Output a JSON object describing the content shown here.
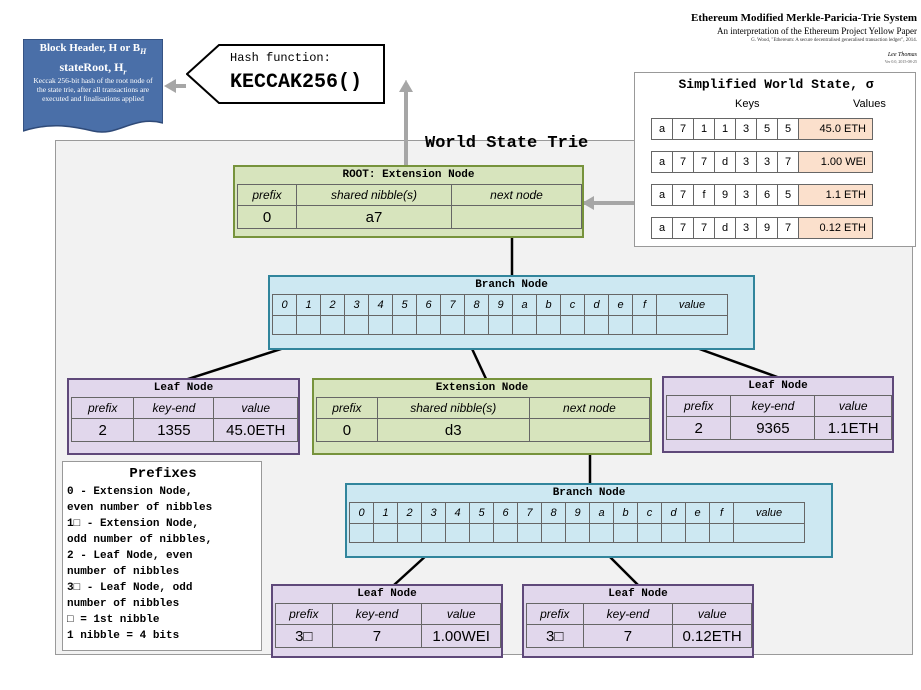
{
  "paper": {
    "title": "Ethereum Modified Merkle-Paricia-Trie System",
    "subtitle": "An interpretation of the Ethereum Project Yellow Paper",
    "citation": "G. Wood, \"Ethereum: A secure decentralised generalised transaction ledger\", 2014.",
    "author": "Lee Thomas",
    "date": "Ver 0.0, 2015-08-25"
  },
  "block_header": {
    "title": "Block Header, H or B",
    "title_sub": "H",
    "state_root": "stateRoot, H",
    "state_root_sub": "r",
    "description": "Keccak 256-bit hash of the root node of the state trie, after all transactions are executed and finalisations applied"
  },
  "hash_function": {
    "label": "Hash function:",
    "name": "KECCAK256()"
  },
  "world_state": {
    "title": "Simplified World State, σ",
    "keys_label": "Keys",
    "values_label": "Values",
    "rows": [
      {
        "key": [
          "a",
          "7",
          "1",
          "1",
          "3",
          "5",
          "5"
        ],
        "value": "45.0 ETH"
      },
      {
        "key": [
          "a",
          "7",
          "7",
          "d",
          "3",
          "3",
          "7"
        ],
        "value": "1.00 WEI"
      },
      {
        "key": [
          "a",
          "7",
          "f",
          "9",
          "3",
          "6",
          "5"
        ],
        "value": "1.1 ETH"
      },
      {
        "key": [
          "a",
          "7",
          "7",
          "d",
          "3",
          "9",
          "7"
        ],
        "value": "0.12 ETH"
      }
    ]
  },
  "trie": {
    "title": "World State Trie",
    "root": {
      "title": "ROOT: Extension Node",
      "headers": [
        "prefix",
        "shared nibble(s)",
        "next node"
      ],
      "values": [
        "0",
        "a7",
        ""
      ]
    },
    "branch1": {
      "title": "Branch Node",
      "headers": [
        "0",
        "1",
        "2",
        "3",
        "4",
        "5",
        "6",
        "7",
        "8",
        "9",
        "a",
        "b",
        "c",
        "d",
        "e",
        "f",
        "value"
      ]
    },
    "leaf1": {
      "title": "Leaf Node",
      "headers": [
        "prefix",
        "key-end",
        "value"
      ],
      "values": [
        "2",
        "1355",
        "45.0ETH"
      ]
    },
    "ext2": {
      "title": "Extension Node",
      "headers": [
        "prefix",
        "shared nibble(s)",
        "next node"
      ],
      "values": [
        "0",
        "d3",
        ""
      ]
    },
    "leaf2": {
      "title": "Leaf Node",
      "headers": [
        "prefix",
        "key-end",
        "value"
      ],
      "values": [
        "2",
        "9365",
        "1.1ETH"
      ]
    },
    "branch2": {
      "title": "Branch Node",
      "headers": [
        "0",
        "1",
        "2",
        "3",
        "4",
        "5",
        "6",
        "7",
        "8",
        "9",
        "a",
        "b",
        "c",
        "d",
        "e",
        "f",
        "value"
      ]
    },
    "leaf3": {
      "title": "Leaf Node",
      "headers": [
        "prefix",
        "key-end",
        "value"
      ],
      "values": [
        "3□",
        "7",
        "1.00WEI"
      ]
    },
    "leaf4": {
      "title": "Leaf Node",
      "headers": [
        "prefix",
        "key-end",
        "value"
      ],
      "values": [
        "3□",
        "7",
        "0.12ETH"
      ]
    }
  },
  "prefixes": {
    "title": "Prefixes",
    "lines": [
      "0 - Extension Node,",
      "even number of nibbles",
      "1□ - Extension Node,",
      "odd number of nibbles,",
      "2 - Leaf Node, even",
      "number of nibbles",
      "3□ - Leaf Node, odd",
      "number of nibbles",
      "□ = 1st nibble",
      "1 nibble = 4 bits"
    ]
  }
}
